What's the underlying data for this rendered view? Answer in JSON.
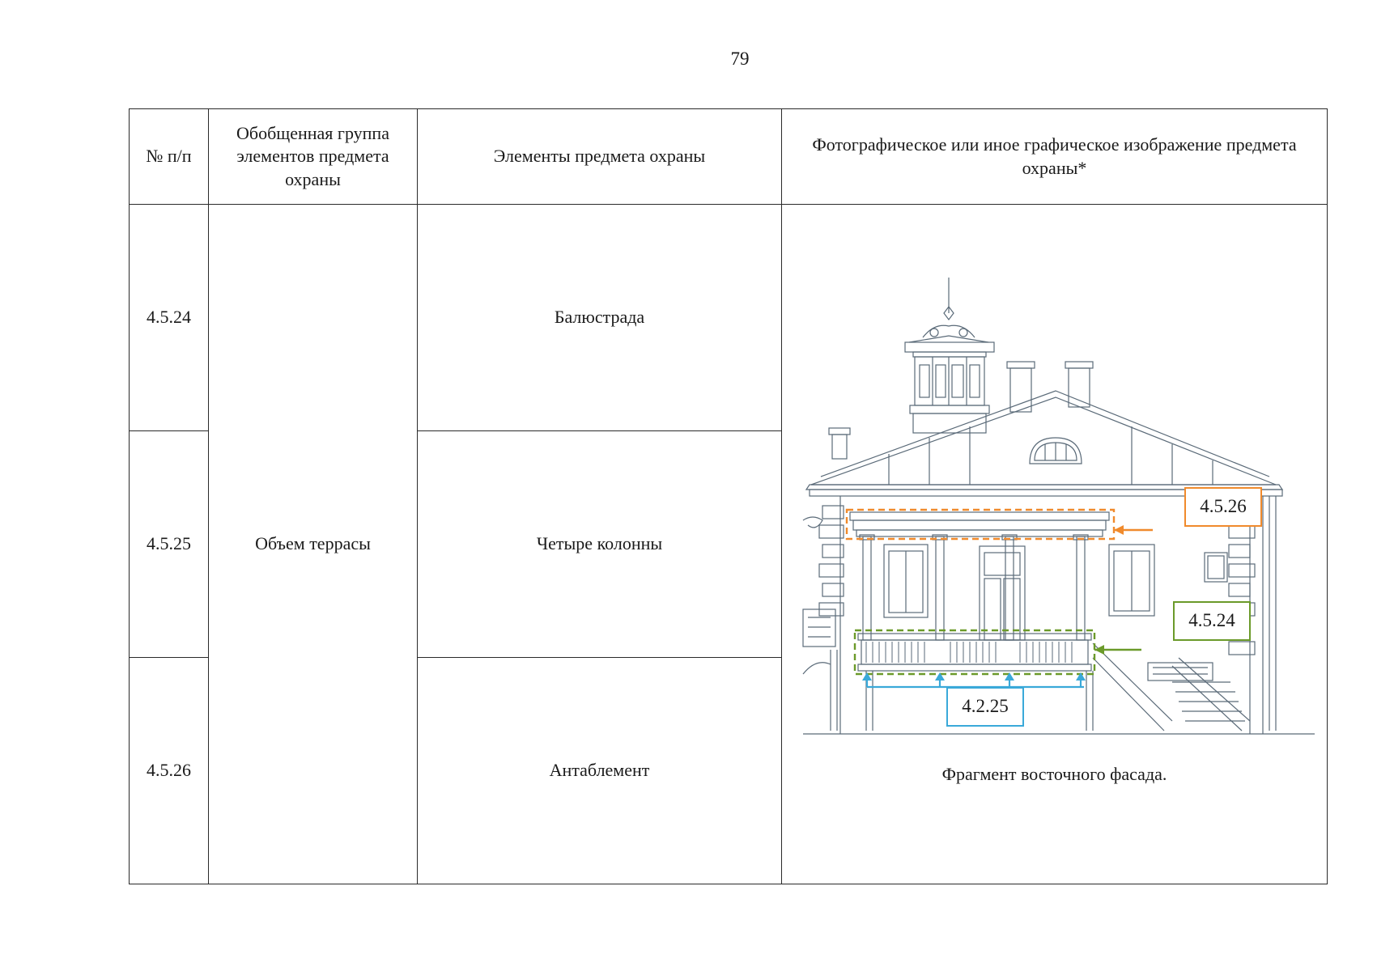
{
  "page": {
    "number": "79"
  },
  "table": {
    "headers": [
      "№ п/п",
      "Обобщенная группа элементов предмета охраны",
      "Элементы предмета охраны",
      "Фотографическое или иное графическое изображение предмета охраны*"
    ],
    "group": "Объем террасы",
    "rows": [
      {
        "num": "4.5.24",
        "element": "Балюстрада"
      },
      {
        "num": "4.5.25",
        "element": "Четыре колонны"
      },
      {
        "num": "4.5.26",
        "element": "Антаблемент"
      }
    ]
  },
  "figure": {
    "caption": "Фрагмент восточного фасада.",
    "callouts": {
      "entablature": "4.5.26",
      "balustrade": "4.5.24",
      "columns": "4.2.25"
    },
    "colors": {
      "entablature": "#f08a2c",
      "balustrade": "#6b9a2a",
      "columns": "#3aa9d9",
      "drawing_line": "#5a6a78"
    },
    "icons": [
      "facade-drawing"
    ]
  }
}
